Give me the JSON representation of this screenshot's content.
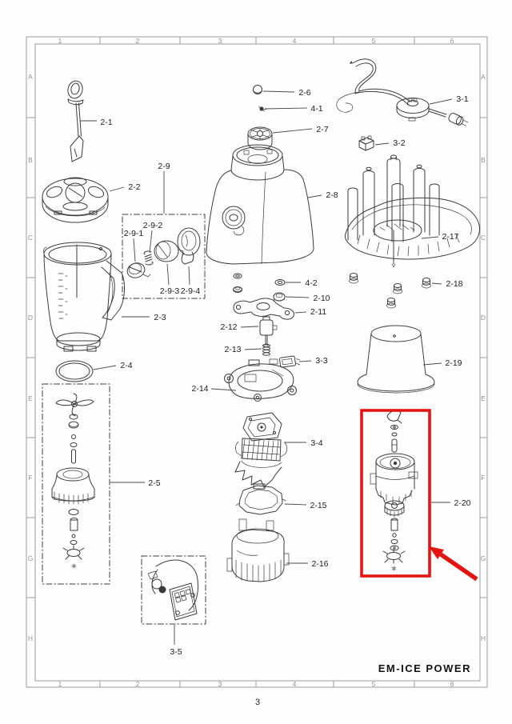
{
  "doc": {
    "page_number": "3",
    "brand": "EM-ICE  POWER"
  },
  "grid": {
    "cols": [
      "1",
      "2",
      "3",
      "4",
      "5",
      "6"
    ],
    "rows": [
      "A",
      "B",
      "C",
      "D",
      "E",
      "F",
      "G",
      "H"
    ]
  },
  "labels": {
    "p2_1": "2-1",
    "p2_2": "2-2",
    "p2_3": "2-3",
    "p2_4": "2-4",
    "p2_5": "2-5",
    "p2_6": "2-6",
    "p2_7": "2-7",
    "p2_8": "2-8",
    "p2_9": "2-9",
    "p2_9_1": "2-9-1",
    "p2_9_2": "2-9-2",
    "p2_9_3": "2-9-3",
    "p2_9_4": "2-9-4",
    "p2_10": "2-10",
    "p2_11": "2-11",
    "p2_12": "2-12",
    "p2_13": "2-13",
    "p2_14": "2-14",
    "p2_15": "2-15",
    "p2_16": "2-16",
    "p2_17": "2-17",
    "p2_18": "2-18",
    "p2_19": "2-19",
    "p2_20": "2-20",
    "p3_1": "3-1",
    "p3_2": "3-2",
    "p3_3": "3-3",
    "p3_4": "3-4",
    "p3_5": "3-5",
    "p4_1": "4-1",
    "p4_2": "4-2"
  },
  "highlight": {
    "highlighted_part": "2-20",
    "color": "#e41413"
  },
  "colors": {
    "line_ink": "#3c3c3c",
    "frame_gray": "#9a9a9a",
    "background": "#fefefe"
  }
}
